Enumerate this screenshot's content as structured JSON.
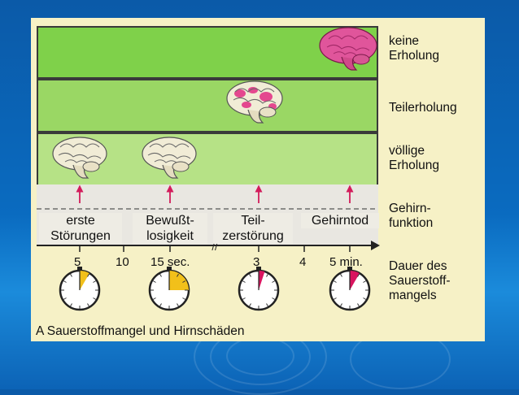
{
  "rows": [
    {
      "label": "keine\nErholung"
    },
    {
      "label": "Teilerholung"
    },
    {
      "label": "völlige\nErholung"
    },
    {
      "label": "Gehirn-\nfunktion"
    }
  ],
  "stages": [
    "erste\nStörungen",
    "Bewußt-\nlosigkeit",
    "Teil-\nzerstörung",
    "Gehirntod"
  ],
  "ticks": [
    "5",
    "10",
    "15 sec.",
    "3",
    "4",
    "5 min."
  ],
  "axis_break": "//",
  "duration_label": "Dauer des\nSauerstoff-\nmangels",
  "caption": "A  Sauerstoffmangel und Hirnschäden",
  "clocks": [
    {
      "fraction": 0.083,
      "color": "#f2c01a"
    },
    {
      "fraction": 0.25,
      "color": "#f2c01a"
    },
    {
      "fraction": 0.05,
      "color": "#d9145f"
    },
    {
      "fraction": 0.083,
      "color": "#d9145f"
    }
  ],
  "brain_states": [
    "healthy",
    "healthy",
    "partial-damage",
    "dead"
  ]
}
